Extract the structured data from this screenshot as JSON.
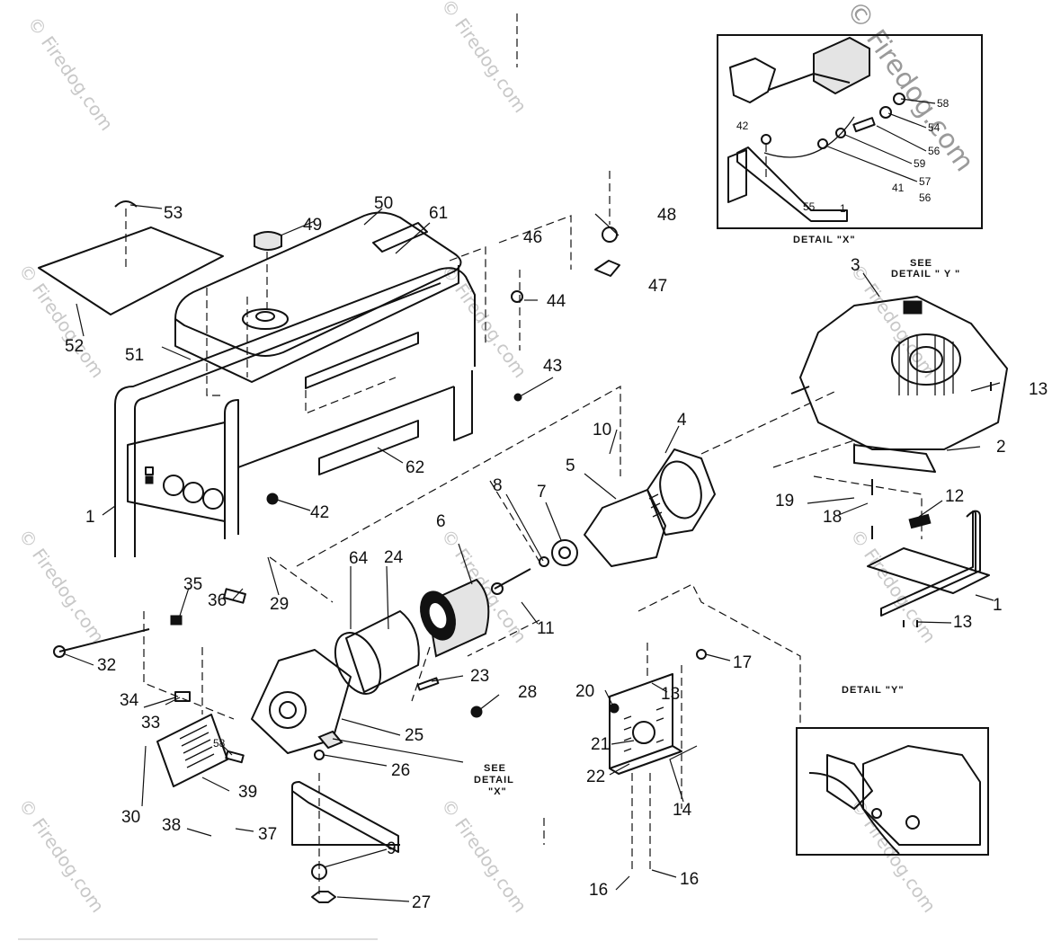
{
  "watermark": {
    "text": "Firedog.com",
    "copyright": "©"
  },
  "detail_x": {
    "caption": "DETAIL \"X\"",
    "callouts": [
      "42",
      "58",
      "54",
      "56",
      "59",
      "57",
      "41",
      "56",
      "55",
      "1"
    ]
  },
  "detail_y": {
    "caption": "DETAIL \"Y\""
  },
  "notes": {
    "see_detail_y": [
      "SEE",
      "DETAIL \" Y \""
    ],
    "see_detail_x": [
      "SEE",
      "DETAIL",
      "\"X\""
    ]
  },
  "callouts": {
    "c1a": "1",
    "c1b": "1",
    "c2": "2",
    "c3": "3",
    "c4": "4",
    "c5": "5",
    "c6": "6",
    "c7": "7",
    "c8": "8",
    "c9": "9",
    "c10": "10",
    "c11": "11",
    "c12": "12",
    "c13a": "13",
    "c13b": "13",
    "c13c": "13",
    "c14": "14",
    "c16a": "16",
    "c16b": "16",
    "c17": "17",
    "c18": "18",
    "c19": "19",
    "c20": "20",
    "c21": "21",
    "c22": "22",
    "c23": "23",
    "c24": "24",
    "c25": "25",
    "c26": "26",
    "c27": "27",
    "c28": "28",
    "c29": "29",
    "c30": "30",
    "c32": "32",
    "c33": "33",
    "c34": "34",
    "c35": "35",
    "c36": "36",
    "c37": "37",
    "c38": "38",
    "c39": "39",
    "c42": "42",
    "c43": "43",
    "c44": "44",
    "c46": "46",
    "c47": "47",
    "c48": "48",
    "c49": "49",
    "c50": "50",
    "c51": "51",
    "c52": "52",
    "c53": "53",
    "c58": "58",
    "c61": "61",
    "c62": "62",
    "c64": "64"
  }
}
